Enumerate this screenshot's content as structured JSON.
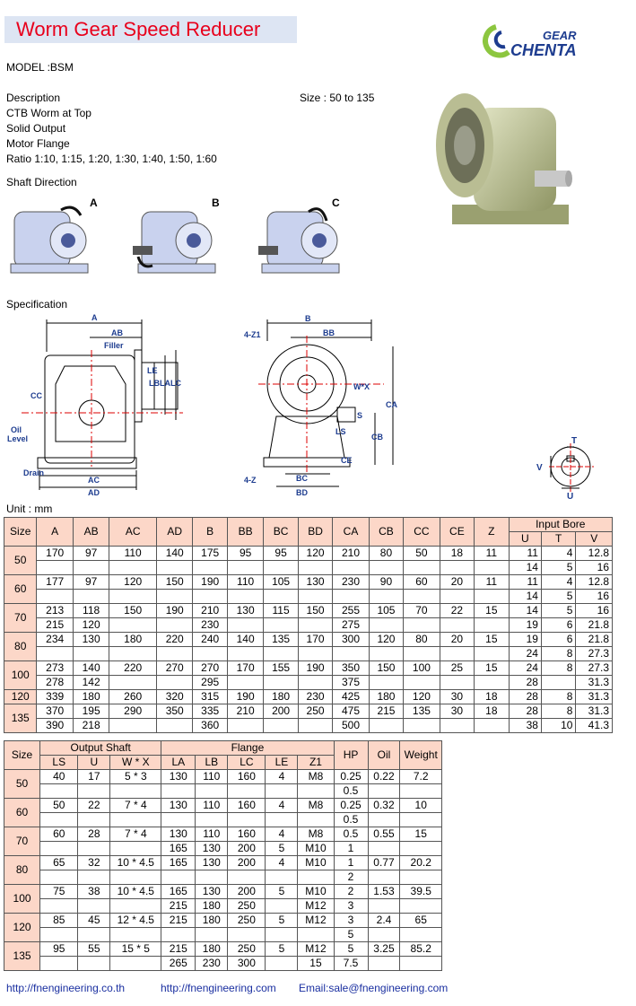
{
  "header": {
    "title": "Worm Gear Speed Reducer",
    "logo_word_top": "GEAR",
    "logo_word_bottom": "CHENTA"
  },
  "model": "MODEL :BSM",
  "size_text": "Size : 50 to 135",
  "description": {
    "heading": "Description",
    "lines": [
      "CTB Worm at Top",
      "Solid Output",
      "Motor Flange",
      "Ratio 1:10, 1:15, 1:20, 1:30, 1:40, 1:50, 1:60"
    ]
  },
  "shaft_direction": {
    "heading": "Shaft Direction",
    "labels": [
      "A",
      "B",
      "C"
    ]
  },
  "specification": {
    "heading": "Specification"
  },
  "drawing_labels": {
    "A": "A",
    "AB": "AB",
    "Filler": "Filler",
    "LE": "LE",
    "LB": "LB",
    "LA": "LA",
    "LC": "LC",
    "CC": "CC",
    "Oil": "Oil",
    "Level": "Level",
    "Drain": "Drain",
    "AC": "AC",
    "AD": "AD",
    "B": "B",
    "BB": "BB",
    "4Z1": "4-Z1",
    "WX": "W*X",
    "S": "S",
    "LS": "LS",
    "CA": "CA",
    "CB": "CB",
    "CE": "CE",
    "4Z": "4-Z",
    "BC": "BC",
    "BD": "BD",
    "T": "T",
    "V": "V",
    "U": "U"
  },
  "unit": "Unit : mm",
  "colors": {
    "title": "#e8001c",
    "title_bg": "#dde5f3",
    "header_cell": "#fcd7c8",
    "logo_green": "#8cc63f",
    "logo_blue": "#1d3c8f",
    "link": "#1a2fa0"
  },
  "table1": {
    "headers": [
      "Size",
      "A",
      "AB",
      "AC",
      "AD",
      "B",
      "BB",
      "BC",
      "BD",
      "CA",
      "CB",
      "CC",
      "CE",
      "Z"
    ],
    "input_bore": "Input Bore",
    "bore_sub": [
      "U",
      "T",
      "V"
    ],
    "rows": [
      [
        "50",
        "170",
        "97",
        "110",
        "140",
        "175",
        "95",
        "95",
        "120",
        "210",
        "80",
        "50",
        "18",
        "11",
        "11",
        "4",
        "12.8"
      ],
      [
        "",
        "",
        "",
        "",
        "",
        "",
        "",
        "",
        "",
        "",
        "",
        "",
        "",
        "",
        "14",
        "5",
        "16"
      ],
      [
        "60",
        "177",
        "97",
        "120",
        "150",
        "190",
        "110",
        "105",
        "130",
        "230",
        "90",
        "60",
        "20",
        "11",
        "11",
        "4",
        "12.8"
      ],
      [
        "",
        "",
        "",
        "",
        "",
        "",
        "",
        "",
        "",
        "",
        "",
        "",
        "",
        "",
        "14",
        "5",
        "16"
      ],
      [
        "70",
        "213",
        "118",
        "150",
        "190",
        "210",
        "130",
        "115",
        "150",
        "255",
        "105",
        "70",
        "22",
        "15",
        "14",
        "5",
        "16"
      ],
      [
        "",
        "215",
        "120",
        "",
        "",
        "230",
        "",
        "",
        "",
        "275",
        "",
        "",
        "",
        "",
        "19",
        "6",
        "21.8"
      ],
      [
        "80",
        "234",
        "130",
        "180",
        "220",
        "240",
        "140",
        "135",
        "170",
        "300",
        "120",
        "80",
        "20",
        "15",
        "19",
        "6",
        "21.8"
      ],
      [
        "",
        "",
        "",
        "",
        "",
        "",
        "",
        "",
        "",
        "",
        "",
        "",
        "",
        "",
        "24",
        "8",
        "27.3"
      ],
      [
        "100",
        "273",
        "140",
        "220",
        "270",
        "270",
        "170",
        "155",
        "190",
        "350",
        "150",
        "100",
        "25",
        "15",
        "24",
        "8",
        "27.3"
      ],
      [
        "",
        "278",
        "142",
        "",
        "",
        "295",
        "",
        "",
        "",
        "375",
        "",
        "",
        "",
        "",
        "28",
        "",
        "31.3"
      ],
      [
        "120",
        "339",
        "180",
        "260",
        "320",
        "315",
        "190",
        "180",
        "230",
        "425",
        "180",
        "120",
        "30",
        "18",
        "28",
        "8",
        "31.3"
      ],
      [
        "135",
        "370",
        "195",
        "290",
        "350",
        "335",
        "210",
        "200",
        "250",
        "475",
        "215",
        "135",
        "30",
        "18",
        "28",
        "8",
        "31.3"
      ],
      [
        "",
        "390",
        "218",
        "",
        "",
        "360",
        "",
        "",
        "",
        "500",
        "",
        "",
        "",
        "",
        "38",
        "10",
        "41.3"
      ]
    ]
  },
  "table2": {
    "size": "Size",
    "output_shaft": "Output Shaft",
    "flange": "Flange",
    "hp": "HP",
    "oil": "Oil",
    "weight": "Weight",
    "sub": [
      "LS",
      "U",
      "W * X",
      "LA",
      "LB",
      "LC",
      "LE",
      "Z1"
    ],
    "rows": [
      [
        "50",
        "40",
        "17",
        "5 * 3",
        "130",
        "110",
        "160",
        "4",
        "M8",
        "0.25",
        "0.22",
        "7.2"
      ],
      [
        "",
        "",
        "",
        "",
        "",
        "",
        "",
        "",
        "",
        "0.5",
        "",
        ""
      ],
      [
        "60",
        "50",
        "22",
        "7 * 4",
        "130",
        "110",
        "160",
        "4",
        "M8",
        "0.25",
        "0.32",
        "10"
      ],
      [
        "",
        "",
        "",
        "",
        "",
        "",
        "",
        "",
        "",
        "0.5",
        "",
        ""
      ],
      [
        "70",
        "60",
        "28",
        "7 * 4",
        "130",
        "110",
        "160",
        "4",
        "M8",
        "0.5",
        "0.55",
        "15"
      ],
      [
        "",
        "",
        "",
        "",
        "165",
        "130",
        "200",
        "5",
        "M10",
        "1",
        "",
        ""
      ],
      [
        "80",
        "65",
        "32",
        "10 * 4.5",
        "165",
        "130",
        "200",
        "4",
        "M10",
        "1",
        "0.77",
        "20.2"
      ],
      [
        "",
        "",
        "",
        "",
        "",
        "",
        "",
        "",
        "",
        "2",
        "",
        ""
      ],
      [
        "100",
        "75",
        "38",
        "10 * 4.5",
        "165",
        "130",
        "200",
        "5",
        "M10",
        "2",
        "1.53",
        "39.5"
      ],
      [
        "",
        "",
        "",
        "",
        "215",
        "180",
        "250",
        "",
        "M12",
        "3",
        "",
        ""
      ],
      [
        "120",
        "85",
        "45",
        "12 * 4.5",
        "215",
        "180",
        "250",
        "5",
        "M12",
        "3",
        "2.4",
        "65"
      ],
      [
        "",
        "",
        "",
        "",
        "",
        "",
        "",
        "",
        "",
        "5",
        "",
        ""
      ],
      [
        "135",
        "95",
        "55",
        "15 * 5",
        "215",
        "180",
        "250",
        "5",
        "M12",
        "5",
        "3.25",
        "85.2"
      ],
      [
        "",
        "",
        "",
        "",
        "265",
        "230",
        "300",
        "",
        "15",
        "7.5",
        "",
        ""
      ]
    ]
  },
  "footer": {
    "link1": "http://fnengineering.co.th",
    "link2": "http://fnengineering.com",
    "email": "Email:sale@fnengineering.com"
  }
}
